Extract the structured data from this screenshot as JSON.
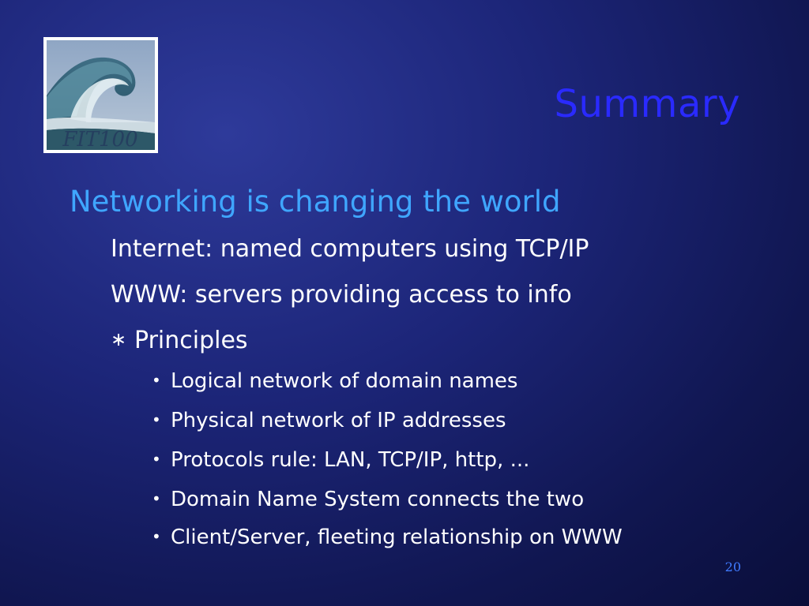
{
  "slide": {
    "logo": {
      "watermark": "FIT100"
    },
    "title": "Summary",
    "heading": "Networking is changing the world",
    "points": [
      "Internet: named computers using TCP/IP",
      "WWW: servers providing access to info"
    ],
    "principles": {
      "marker": "∗",
      "label": "Principles",
      "bullet": "•",
      "items": [
        "Logical network of domain names",
        "Physical network of IP addresses",
        "Protocols rule: LAN, TCP/IP, http, ...",
        "Domain Name System connects the two",
        "Client/Server, fleeting relationship on WWW"
      ]
    },
    "page_number": "20",
    "colors": {
      "background": "#1c2578",
      "title": "#2a2aff",
      "heading": "#3fa6ff",
      "body_text": "#ffffff",
      "page_number": "#3f7bff"
    }
  }
}
